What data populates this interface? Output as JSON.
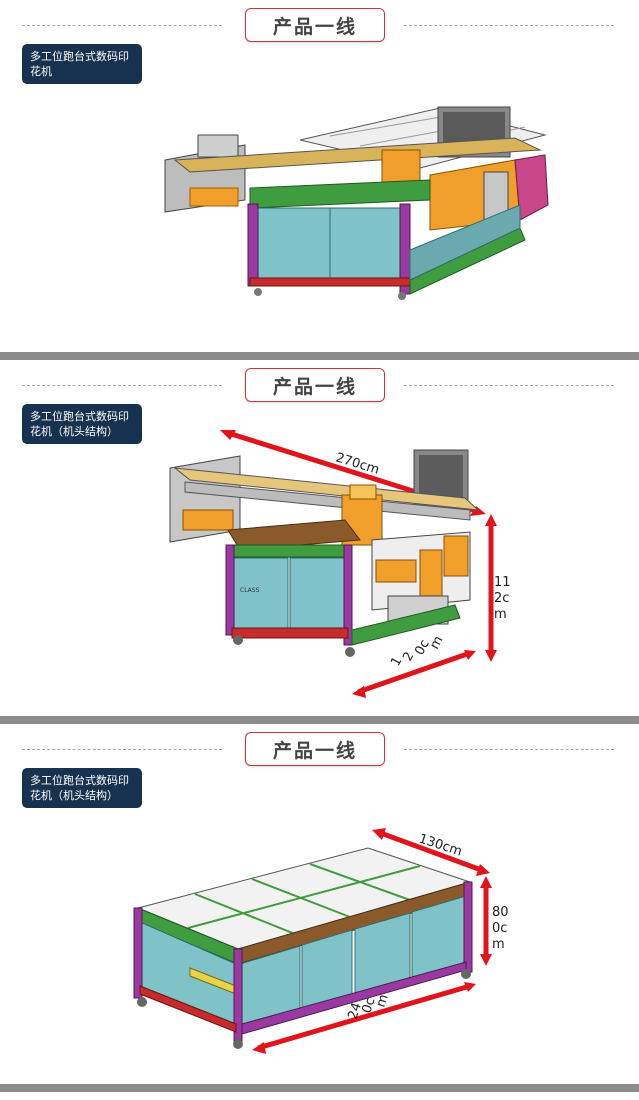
{
  "sections": [
    {
      "title": "产品一线",
      "tag": "多工位跑台式数码印花机"
    },
    {
      "title": "产品一线",
      "tag": "多工位跑台式数码印花机（机头结构）",
      "dimensions": {
        "length": "270cm",
        "height_lines": [
          "11",
          "2c",
          "m"
        ],
        "depth_lines": [
          "1",
          "2",
          "0c",
          "m"
        ]
      }
    },
    {
      "title": "产品一线",
      "tag": "多工位跑台式数码印花机（机头结构）",
      "dimensions": {
        "width": "130cm",
        "height_lines": [
          "80",
          "0c",
          "m"
        ],
        "length_lines": [
          "24",
          "0c",
          "m"
        ]
      }
    }
  ],
  "colors": {
    "title_border": "#c8353a",
    "tag_bg": "#17324f",
    "arrow_red": "#e1141b",
    "frame_green": "#3f9d3f",
    "panel_teal": "#7fc2c7",
    "accent_orange": "#f0a02a",
    "magenta": "#9a3aa0",
    "divider": "#8b8b8b"
  }
}
